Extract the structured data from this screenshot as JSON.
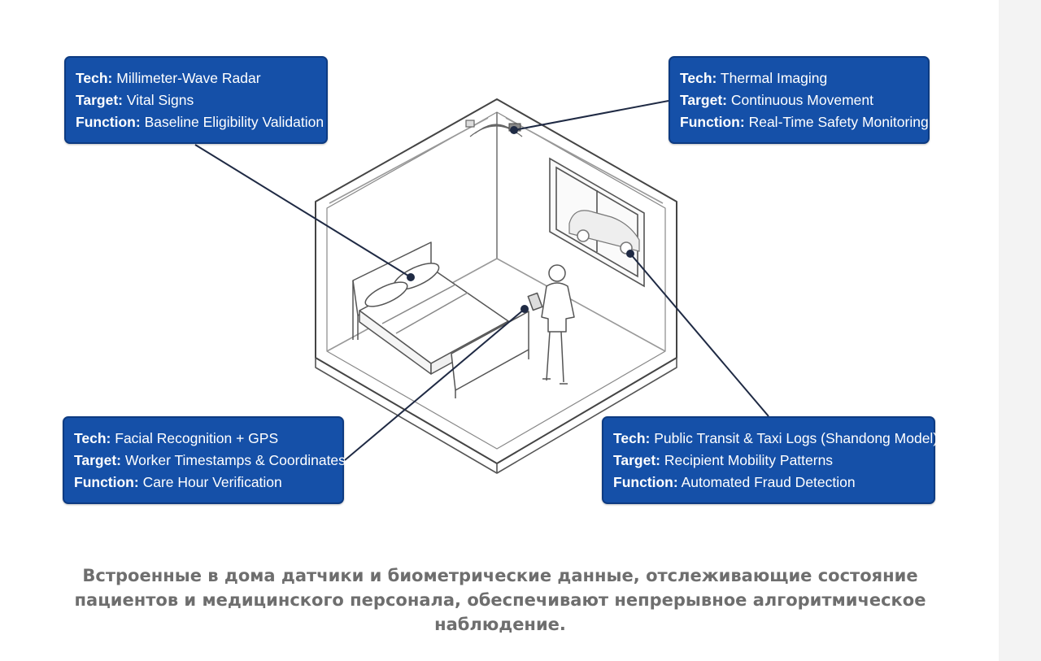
{
  "callouts": {
    "radar": {
      "tech_key": "Tech:",
      "tech": "Millimeter-Wave Radar",
      "target_key": "Target:",
      "target": "Vital Signs",
      "function_key": "Function:",
      "function": "Baseline Eligibility Validation"
    },
    "thermal": {
      "tech_key": "Tech:",
      "tech": "Thermal Imaging",
      "target_key": "Target:",
      "target": "Continuous Movement",
      "function_key": "Function:",
      "function": "Real-Time Safety Monitoring"
    },
    "facial": {
      "tech_key": "Tech:",
      "tech": "Facial Recognition + GPS",
      "target_key": "Target:",
      "target": "Worker Timestamps & Coordinates",
      "function_key": "Function:",
      "function": "Care Hour Verification"
    },
    "transit": {
      "tech_key": "Tech:",
      "tech": "Public Transit & Taxi Logs (Shandong Model)",
      "target_key": "Target:",
      "target": "Recipient Mobility Patterns",
      "function_key": "Function:",
      "function": "Automated Fraud Detection"
    }
  },
  "caption": "Встроенные в дома датчики и биометрические данные, отслеживающие состояние пациентов и медицинского персонала, обеспечивают непрерывное алгоритмическое наблюдение.",
  "colors": {
    "callout_bg": "#1550a8",
    "line": "#1f2a44",
    "caption": "#6e6e6e"
  }
}
